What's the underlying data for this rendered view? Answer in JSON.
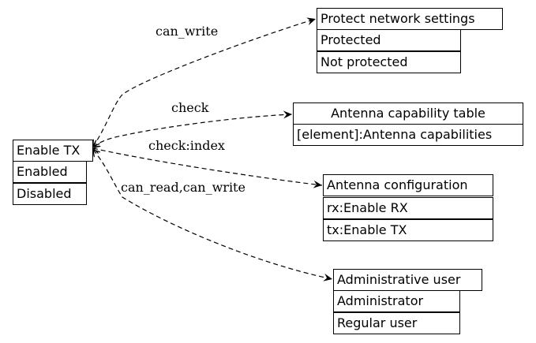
{
  "nodes": {
    "enable_tx": {
      "title": "Enable TX",
      "rows": [
        "Enabled",
        "Disabled"
      ]
    },
    "protect_network_settings": {
      "title": "Protect network settings",
      "rows": [
        "Protected",
        "Not protected"
      ]
    },
    "antenna_capability_table": {
      "title": "Antenna capability table",
      "rows": [
        "[element]:Antenna capabilities"
      ]
    },
    "antenna_configuration": {
      "title": "Antenna configuration",
      "rows": [
        "rx:Enable RX",
        "tx:Enable TX"
      ]
    },
    "administrative_user": {
      "title": "Administrative user",
      "rows": [
        "Administrator",
        "Regular user"
      ]
    }
  },
  "edges": [
    {
      "from": "enable_tx",
      "to": "protect_network_settings",
      "label": "can_write",
      "style": "dashed"
    },
    {
      "from": "enable_tx",
      "to": "antenna_capability_table",
      "label": "check",
      "style": "dashed"
    },
    {
      "from": "enable_tx",
      "to": "antenna_configuration",
      "label": "check:index",
      "style": "dashed"
    },
    {
      "from": "enable_tx",
      "to": "administrative_user",
      "label": "can_read,can_write",
      "style": "dashed"
    }
  ]
}
